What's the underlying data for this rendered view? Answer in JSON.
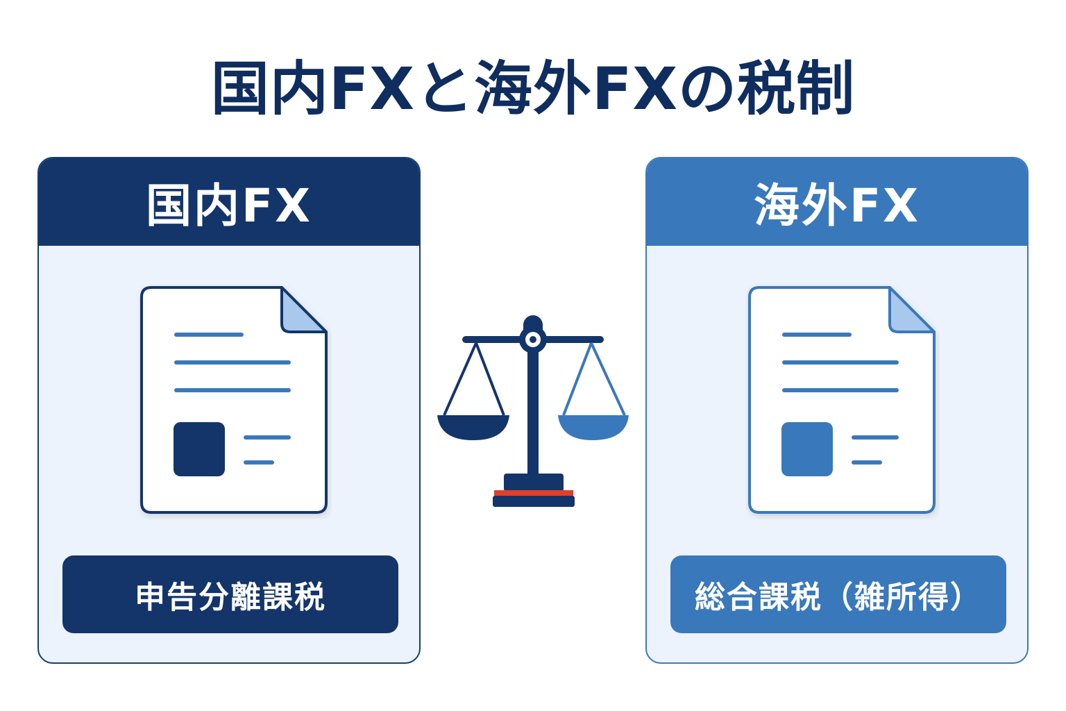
{
  "title": "国内FXと海外FXの税制",
  "domestic": {
    "heading": "国内FX",
    "tax": "申告分離課税",
    "color": "#14356a"
  },
  "overseas": {
    "heading": "海外FX",
    "tax": "総合課税（雑所得）",
    "color": "#3a78bc"
  },
  "icons": [
    "document-icon",
    "balance-scale-icon"
  ]
}
